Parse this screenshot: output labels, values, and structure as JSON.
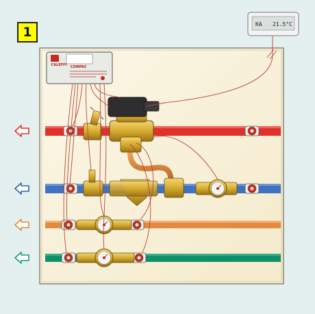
{
  "badge": {
    "number": "1"
  },
  "thermostat": {
    "display_left": "KA",
    "display_right": "21.5°C"
  },
  "controller": {
    "logo": "CALEFFI",
    "model": "COMPAC"
  },
  "arrows": [
    {
      "name": "red-supply",
      "color": "#e0312b",
      "direction": "left"
    },
    {
      "name": "blue-return",
      "color": "#2f5fb0",
      "direction": "left"
    },
    {
      "name": "orange-line",
      "color": "#e28a3a",
      "direction": "left"
    },
    {
      "name": "green-line",
      "color": "#1a9a78",
      "direction": "left"
    }
  ],
  "colors": {
    "red_pipe": "#e0312b",
    "blue_pipe": "#3f73c1",
    "orange_pipe": "#e38a3e",
    "green_pipe": "#0f8f6a",
    "brass": "#d6ab2e",
    "panel": "#f9f1d9",
    "background": "#e3f0ef"
  }
}
